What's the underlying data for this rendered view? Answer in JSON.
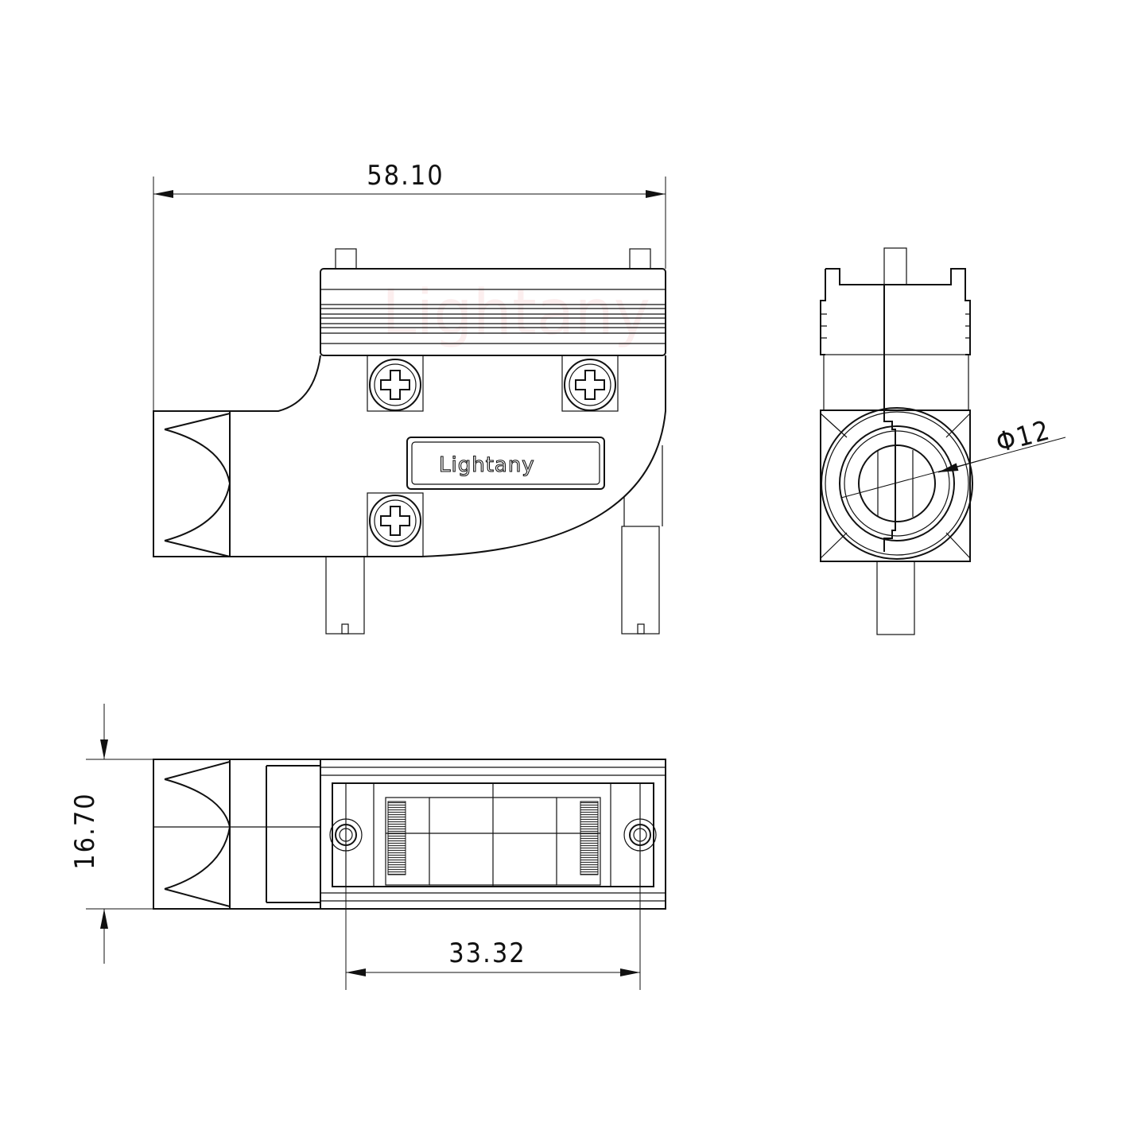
{
  "drawing": {
    "brand_logo": "Lightany",
    "watermark": "Lightany",
    "line_color": "#111111",
    "watermark_color": "#e0323a",
    "dimensions": {
      "overall_length": "58.10",
      "cable_diameter": "Φ12",
      "height": "16.70",
      "screw_pitch": "33.32"
    }
  }
}
